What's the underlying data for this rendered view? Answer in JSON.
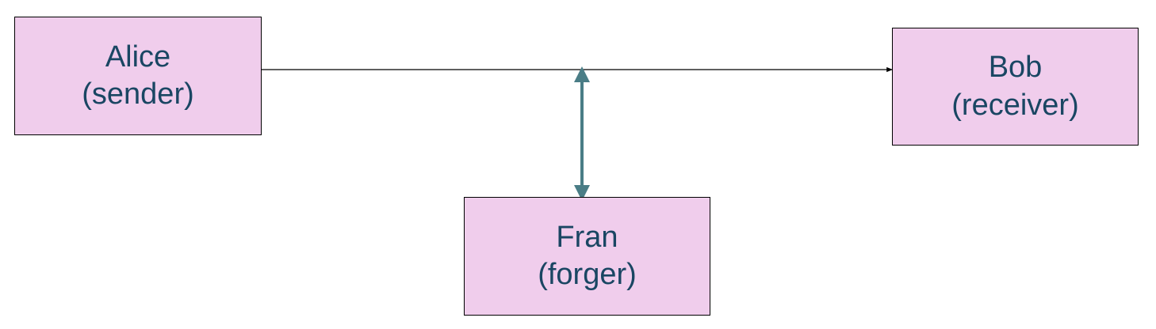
{
  "colors": {
    "box_fill": "#f0cdec",
    "box_text": "#1a4663",
    "channel_line": "#000000",
    "interception_arrow": "#4a7d86"
  },
  "nodes": {
    "alice": {
      "name": "Alice",
      "role": "(sender)"
    },
    "bob": {
      "name": "Bob",
      "role": "(receiver)"
    },
    "fran": {
      "name": "Fran",
      "role": "(forger)"
    }
  },
  "edges": [
    {
      "from": "alice",
      "to": "bob",
      "style": "arrow-head-end"
    },
    {
      "from": "fran",
      "to": "channel",
      "style": "double-headed"
    }
  ]
}
